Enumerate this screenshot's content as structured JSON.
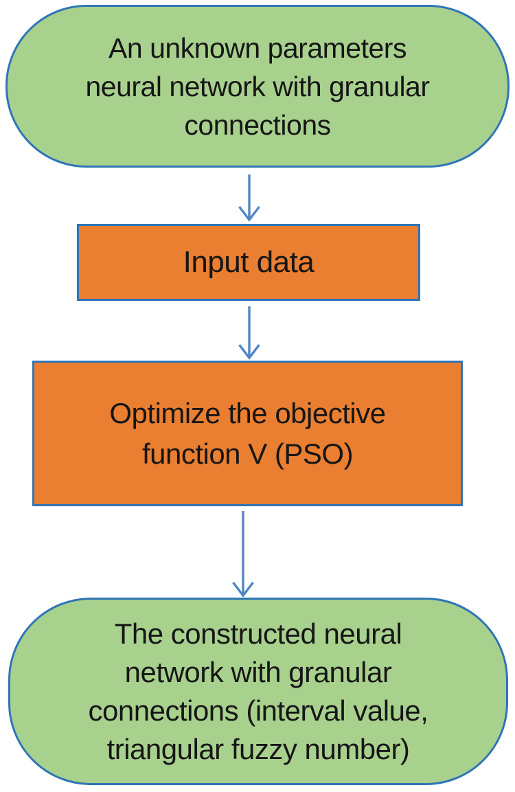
{
  "diagram": {
    "nodes": [
      {
        "id": "start",
        "shape": "stadium",
        "fill": "green",
        "label": "An unknown parameters neural network with granular connections",
        "lines": [
          "An unknown parameters",
          "neural network with granular",
          "connections"
        ]
      },
      {
        "id": "input-data",
        "shape": "rectangle",
        "fill": "orange",
        "label": "Input data",
        "lines": [
          "Input data"
        ]
      },
      {
        "id": "optimize",
        "shape": "rectangle",
        "fill": "orange",
        "label": "Optimize the objective function V (PSO)",
        "lines": [
          "Optimize the objective",
          "function V (PSO)"
        ]
      },
      {
        "id": "result",
        "shape": "stadium",
        "fill": "green",
        "label": "The constructed neural network with granular connections (interval value, triangular fuzzy number)",
        "lines": [
          "The constructed neural",
          "network with granular",
          "connections (interval value,",
          "triangular fuzzy number)"
        ]
      }
    ],
    "edges": [
      {
        "from": "start",
        "to": "input-data",
        "style": "open-arrow"
      },
      {
        "from": "input-data",
        "to": "optimize",
        "style": "open-arrow"
      },
      {
        "from": "optimize",
        "to": "result",
        "style": "open-arrow"
      }
    ]
  },
  "colors": {
    "canvas-bg": "#ffffff",
    "stadium-fill": "#a9d18e",
    "rect-fill": "#ea7e31",
    "node-border": "#2e75b6",
    "arrow-stroke": "#4f86c5",
    "text-color": "#161616"
  }
}
